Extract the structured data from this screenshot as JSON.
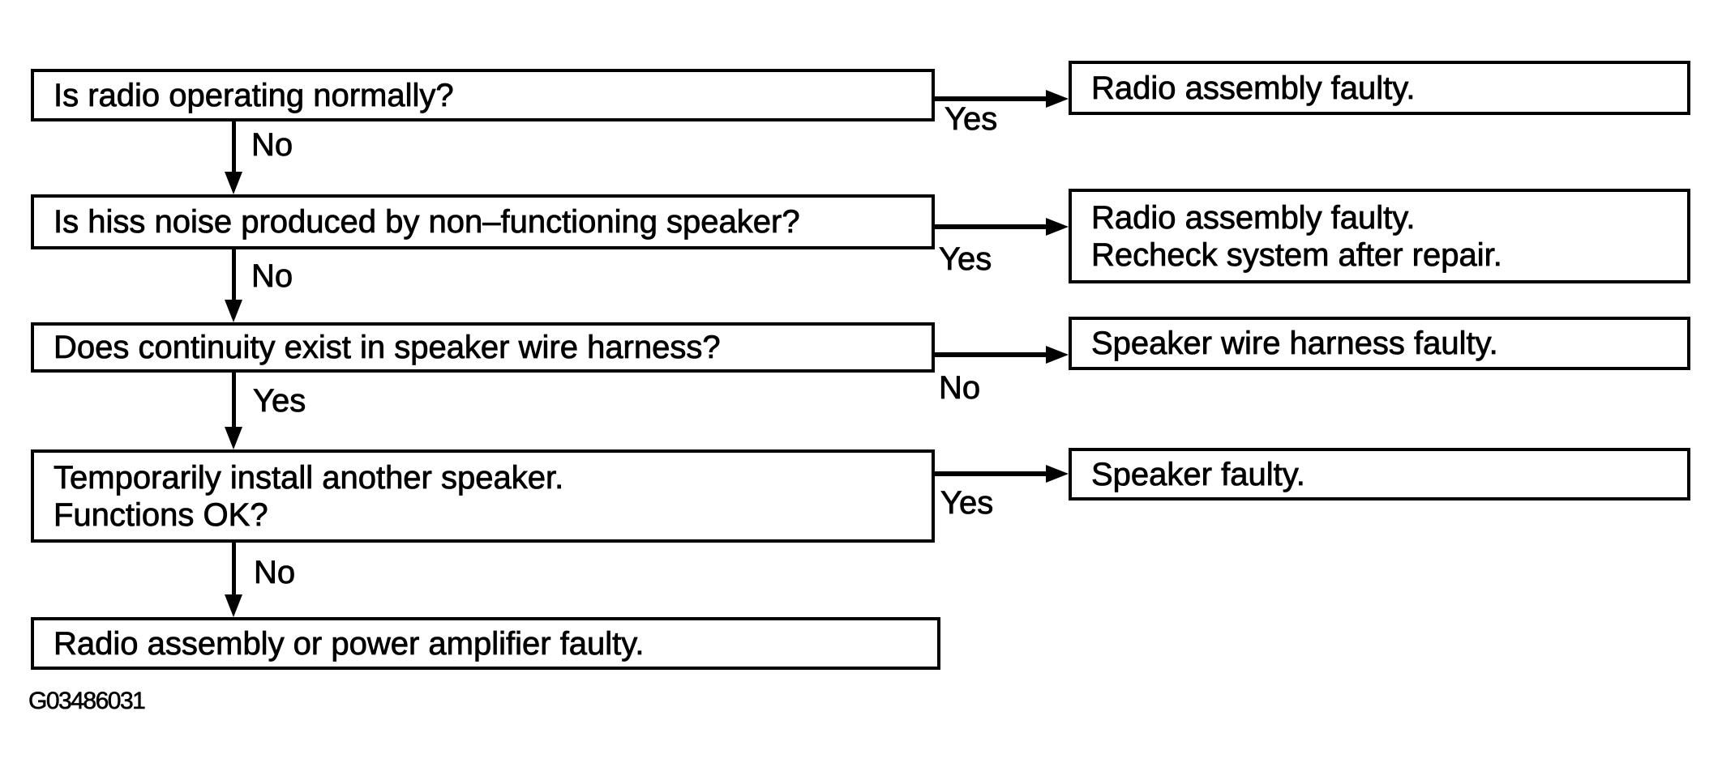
{
  "flowchart": {
    "questions": [
      {
        "line1": "Is radio operating normally?"
      },
      {
        "line1": "Is hiss noise produced by non–functioning speaker?"
      },
      {
        "line1": "Does continuity exist in speaker wire harness?"
      },
      {
        "line1": "Temporarily install another speaker.",
        "line2": "Functions OK?"
      },
      {
        "line1": "Radio assembly or power amplifier faulty."
      }
    ],
    "results": [
      {
        "line1": "Radio assembly faulty."
      },
      {
        "line1": "Radio assembly faulty.",
        "line2": "Recheck system after repair."
      },
      {
        "line1": "Speaker wire harness faulty."
      },
      {
        "line1": "Speaker faulty."
      }
    ],
    "down_labels": [
      "No",
      "No",
      "Yes",
      "No"
    ],
    "side_labels": [
      "Yes",
      "Yes",
      "No",
      "Yes"
    ]
  },
  "footer": {
    "figure_id": "G03486031"
  }
}
